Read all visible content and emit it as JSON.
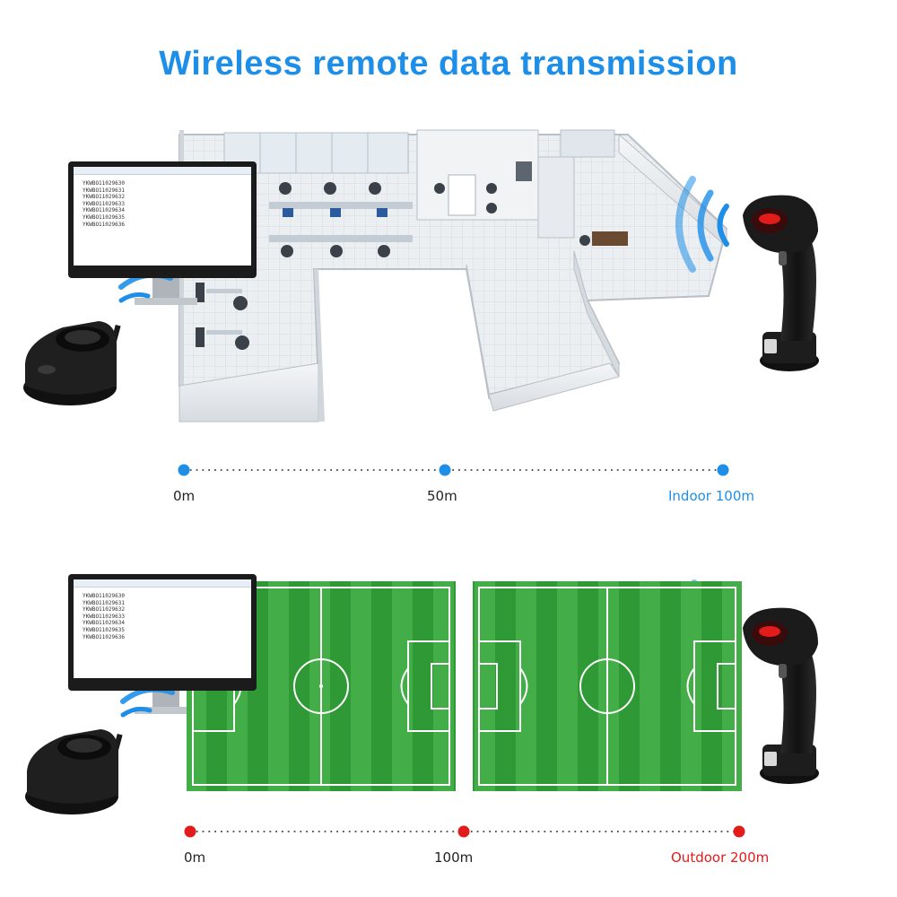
{
  "title": "Wireless remote data transmission",
  "codes": [
    "YKWBO11029630",
    "YKWBO11029631",
    "YKWBO11029632",
    "YKWBO11029633",
    "YKWBO11029634",
    "YKWBO11029635",
    "YKWBO11029636"
  ],
  "indoor_scale": {
    "start": "0m",
    "mid": "50m",
    "end": "Indoor 100m",
    "color": "#1e8fe8"
  },
  "outdoor_scale": {
    "start": "0m",
    "mid": "100m",
    "end": "Outdoor 200m",
    "color": "#e21b1b"
  },
  "colors": {
    "title": "#1e8fe8",
    "signal": "#1e8fe8",
    "field_dark": "#2f9a35",
    "field_light": "#47b44a",
    "scanner_led": "#e21b1b"
  },
  "icons": [
    "monitor-icon",
    "receiver-cradle-icon",
    "barcode-scanner-icon",
    "wifi-signal-icon"
  ]
}
